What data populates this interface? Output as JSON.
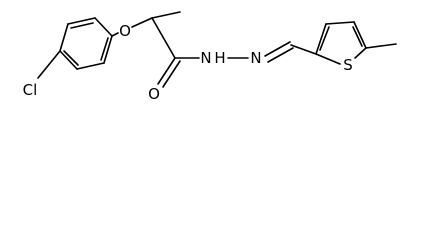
{
  "molecule": {
    "atoms": {
      "chlorine": "Cl",
      "ether_oxygen": "O",
      "carbonyl_oxygen": "O",
      "amide_nitrogen": "N",
      "amide_hydrogen": "H",
      "hydrazone_nitrogen": "N",
      "thiophene_sulfur": "S"
    },
    "colors": {
      "bond": "#000000",
      "label": "#000000",
      "background": "#ffffff"
    }
  }
}
